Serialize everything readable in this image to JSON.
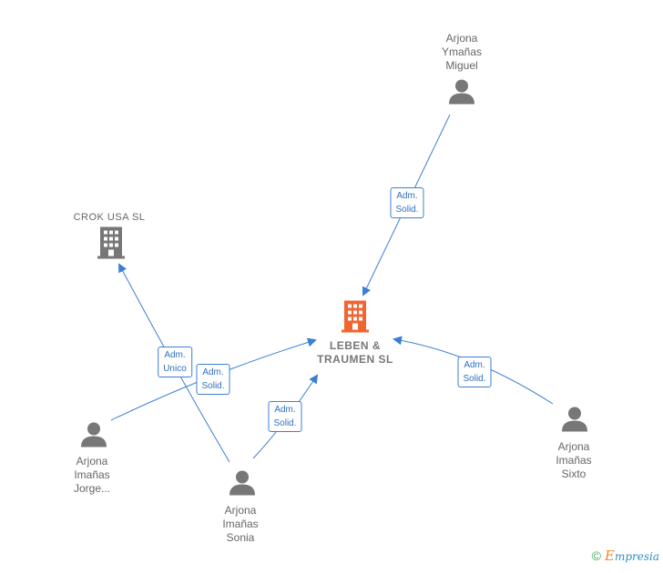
{
  "nodes": {
    "main_company": {
      "lines": [
        "LEBEN &",
        "TRAUMEN  SL"
      ],
      "color": "#f26430"
    },
    "crok_usa": {
      "lines": [
        "CROK USA  SL"
      ],
      "color": "#777777"
    },
    "miguel": {
      "lines": [
        "Arjona",
        "Ymañas",
        "Miguel"
      ]
    },
    "jorge": {
      "lines": [
        "Arjona",
        "Imañas",
        "Jorge..."
      ]
    },
    "sonia": {
      "lines": [
        "Arjona",
        "Imañas",
        "Sonia"
      ]
    },
    "sixto": {
      "lines": [
        "Arjona",
        "Imañas",
        "Sixto"
      ]
    }
  },
  "edges": {
    "miguel_to_main": [
      "Adm.",
      "Solid."
    ],
    "jorge_to_crok": [
      "Adm.",
      "Unico"
    ],
    "jorge_to_main": [
      "Adm.",
      "Solid."
    ],
    "sonia_to_main": [
      "Adm.",
      "Solid."
    ],
    "sixto_to_main": [
      "Adm.",
      "Solid."
    ]
  },
  "colors": {
    "edge": "#3b7fd4",
    "person": "#777777"
  },
  "footer": {
    "copyright": "©",
    "brand_initial": "E",
    "brand_rest": "mpresia"
  }
}
